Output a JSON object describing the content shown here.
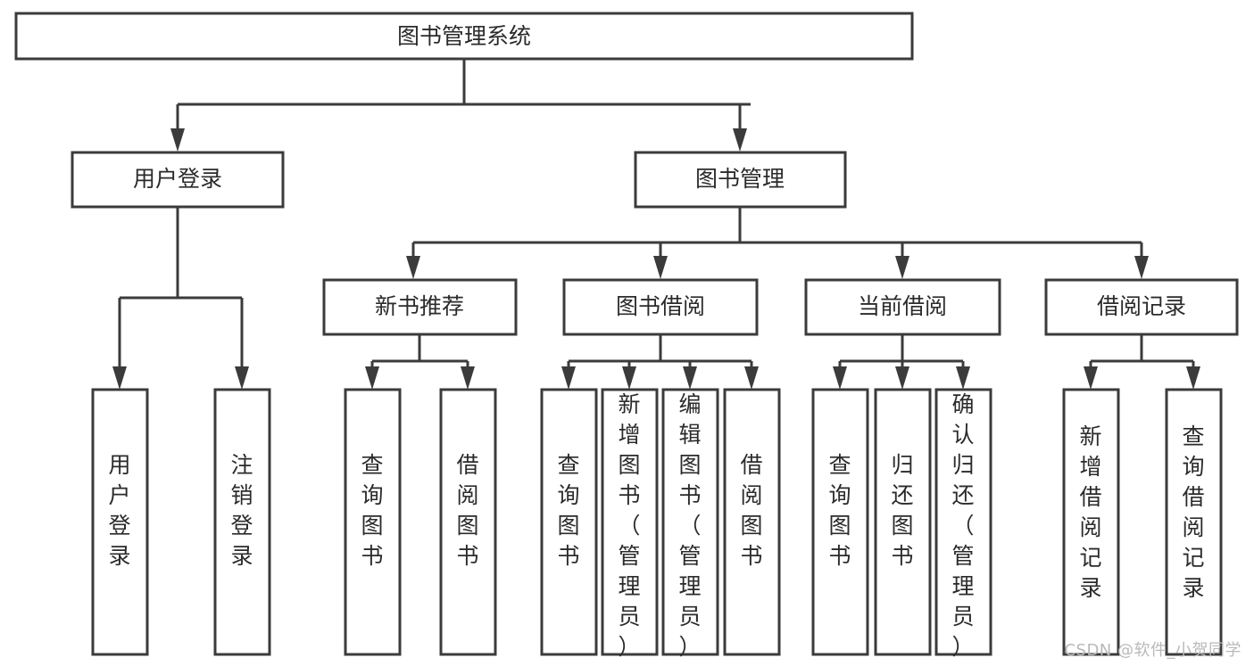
{
  "diagram": {
    "title": "图书管理系统",
    "watermark": "CSDN @软件_小贺同学",
    "colors": {
      "stroke": "#3b3b3b",
      "node_fill": "#ffffff",
      "text": "#2b2b2b",
      "background": "#ffffff",
      "watermark": "#b9b9b9"
    },
    "root": {
      "label": "图书管理系统"
    },
    "level2": [
      {
        "label": "用户登录"
      },
      {
        "label": "图书管理"
      }
    ],
    "level3": [
      {
        "label": "新书推荐"
      },
      {
        "label": "图书借阅"
      },
      {
        "label": "当前借阅"
      },
      {
        "label": "借阅记录"
      }
    ],
    "leaves": {
      "user_login": [
        {
          "label": "用户登录"
        },
        {
          "label": "注销登录"
        }
      ],
      "new_book_recommend": [
        {
          "label": "查询图书"
        },
        {
          "label": "借阅图书"
        }
      ],
      "book_borrow": [
        {
          "label": "查询图书"
        },
        {
          "label": "新增图书（管理员）"
        },
        {
          "label": "编辑图书（管理员）"
        },
        {
          "label": "借阅图书"
        }
      ],
      "current_borrow": [
        {
          "label": "查询图书"
        },
        {
          "label": "归还图书"
        },
        {
          "label": "确认归还（管理员）"
        }
      ],
      "borrow_record": [
        {
          "label": "新增借阅记录"
        },
        {
          "label": "查询借阅记录"
        }
      ]
    }
  }
}
